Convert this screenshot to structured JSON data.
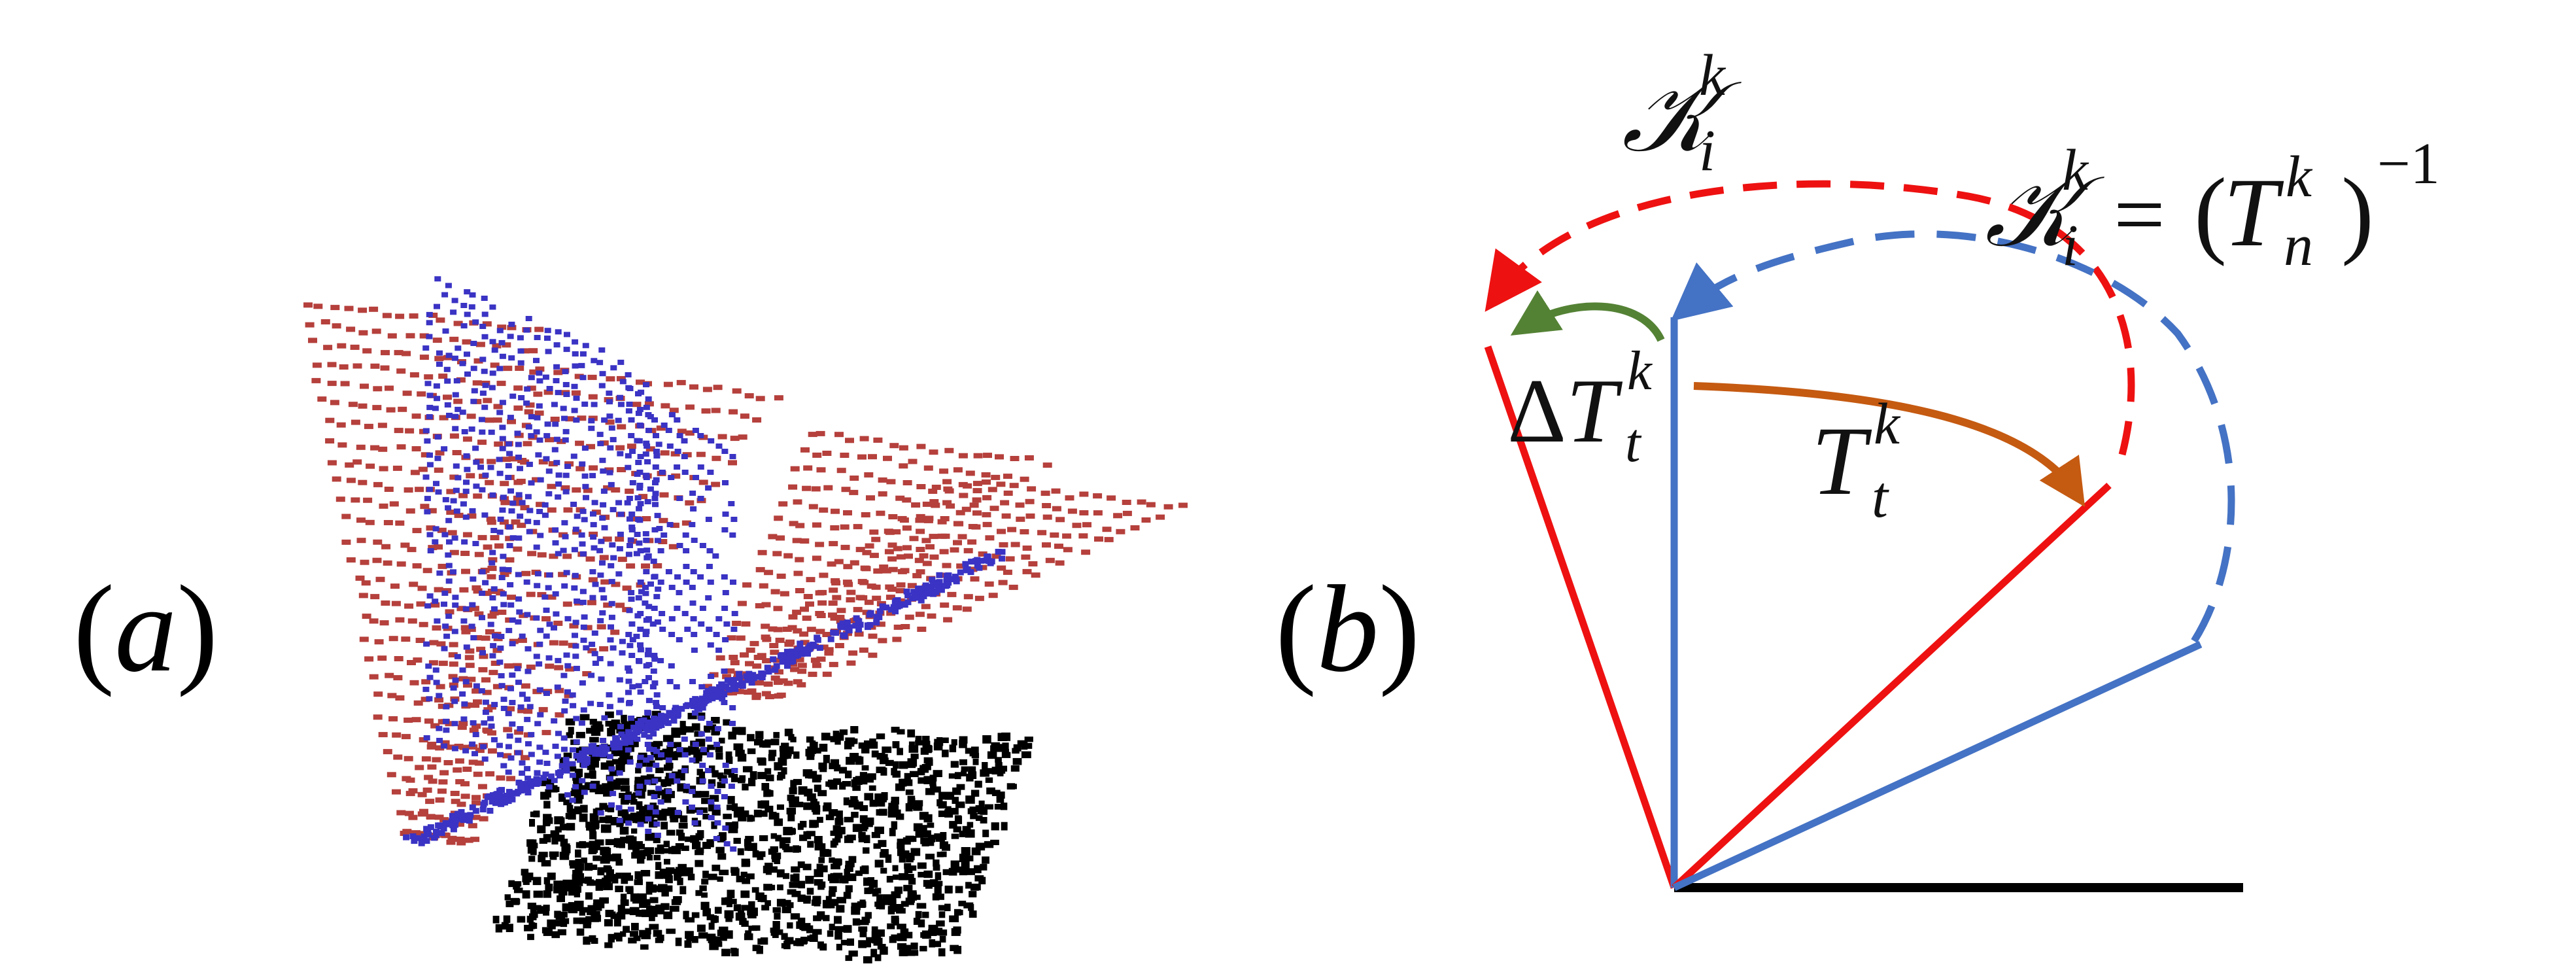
{
  "panels": {
    "a": {
      "label_open": "(",
      "label_var": "a",
      "label_close": ")"
    },
    "b": {
      "label_open": "(",
      "label_var": "b",
      "label_close": ")"
    }
  },
  "colors": {
    "red": "#ee1111",
    "blue": "#4472c4",
    "green": "#548235",
    "orange": "#c55a11",
    "dark_red_points": "#b5403c",
    "dark_blue_points": "#3a33c4",
    "black": "#000000"
  },
  "math_labels": {
    "k_top": {
      "base": "𝒦",
      "sup": "k",
      "sub": "i"
    },
    "k_eq": {
      "base": "𝒦",
      "sup": "k",
      "sub": "i",
      "eq": "=",
      "paren_open": "(",
      "T": "T",
      "T_sup": "k",
      "T_sub": "n",
      "paren_close": ")",
      "exp": "−1"
    },
    "delta_t": {
      "delta": "Δ",
      "T": "T",
      "sup": "k",
      "sub": "t"
    },
    "t_t": {
      "T": "T",
      "sup": "k",
      "sub": "t"
    }
  },
  "arrows": {
    "green": "delta-T-arrow",
    "orange": "T-arrow",
    "red_dashed": "K-top-arrow",
    "blue_dashed": "K-eq-arrow"
  }
}
